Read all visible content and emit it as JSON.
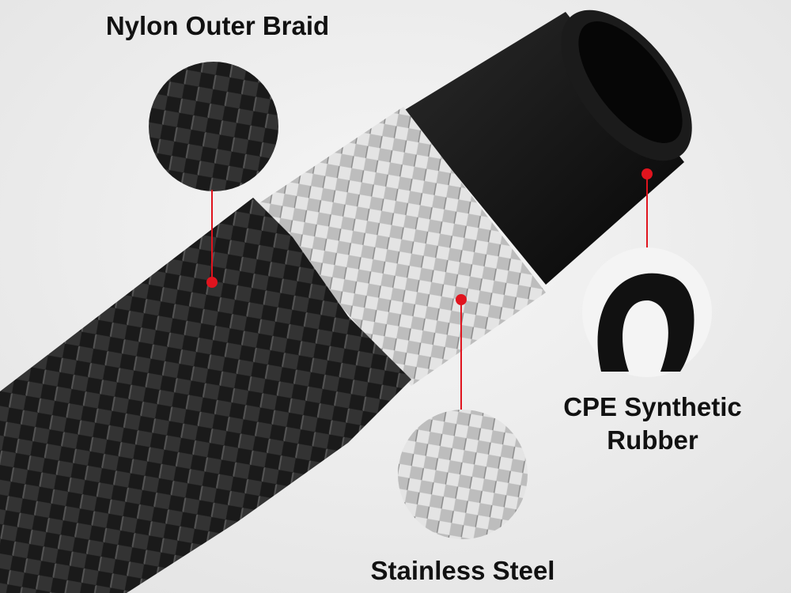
{
  "colors": {
    "accent": "#e0141e",
    "background": "#ececec",
    "braid": "#1c1c1c",
    "steel": "#c8c8c8",
    "rubber": "#0e0e0e"
  },
  "labels": {
    "nylon": "Nylon Outer Braid",
    "cpe_line1": "CPE Synthetic",
    "cpe_line2": "Rubber",
    "steel": "Stainless Steel"
  }
}
